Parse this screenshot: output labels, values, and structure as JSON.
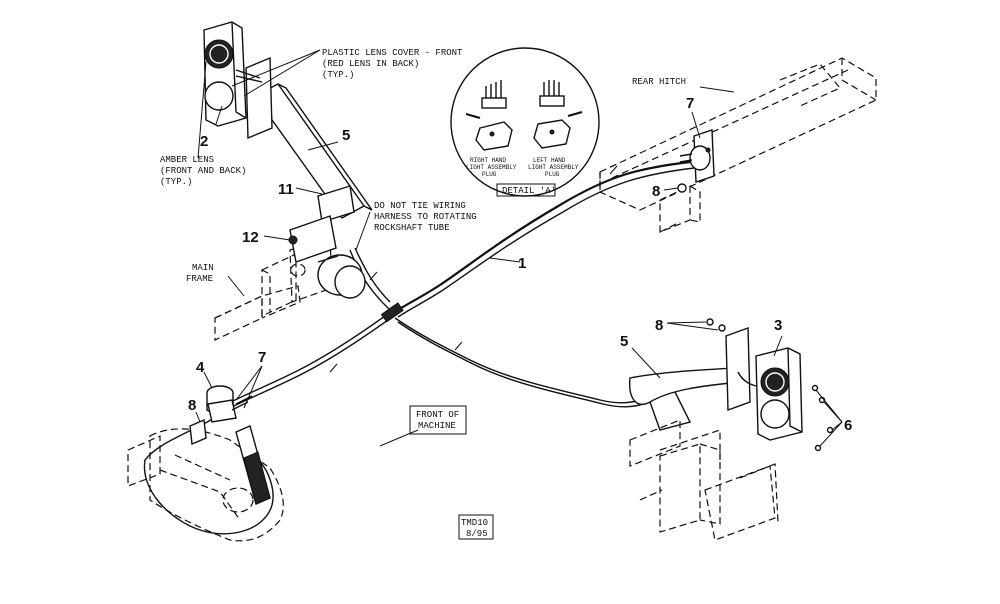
{
  "callouts": {
    "c1": "1",
    "c2": "2",
    "c3": "3",
    "c4": "4",
    "c5a": "5",
    "c5b": "5",
    "c6": "6",
    "c7a": "7",
    "c7b": "7",
    "c8a": "8",
    "c8b": "8",
    "c8c": "8",
    "c11": "11",
    "c12": "12"
  },
  "notes": {
    "lens_cover": [
      "PLASTIC LENS COVER - FRONT",
      "(RED LENS IN BACK)",
      "(TYP.)"
    ],
    "amber_lens": [
      "AMBER LENS",
      "(FRONT AND BACK)",
      "(TYP.)"
    ],
    "do_not_tie": [
      "DO NOT TIE WIRING",
      "HARNESS TO ROTATING",
      "ROCKSHAFT TUBE"
    ],
    "rear_hitch": "REAR HITCH",
    "main_frame": [
      "MAIN",
      "FRAME"
    ],
    "front_of_machine": [
      "FRONT OF",
      "MACHINE"
    ],
    "tmd_code": [
      "TMD10",
      "8/95"
    ]
  },
  "detail": {
    "label": "DETAIL 'A'",
    "right_plug": [
      "RIGHT HAND",
      "LIGHT ASSEMBLY",
      "PLUG"
    ],
    "left_plug": [
      "LEFT HAND",
      "LIGHT ASSEMBLY",
      "PLUG"
    ]
  }
}
